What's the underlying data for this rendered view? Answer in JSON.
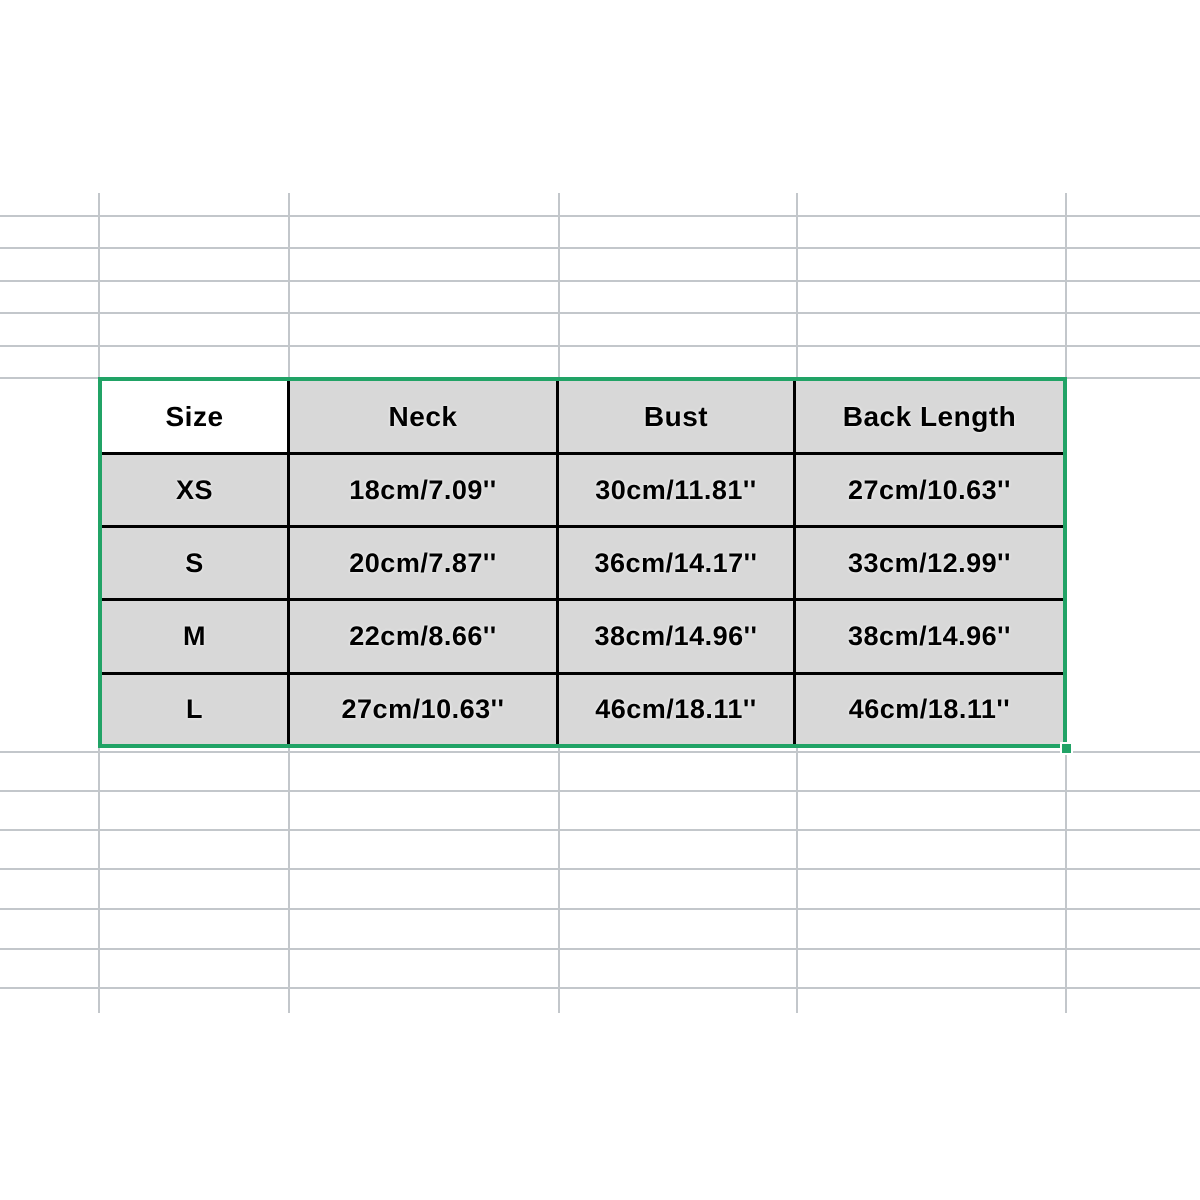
{
  "size_chart": {
    "headers": [
      "Size",
      "Neck",
      "Bust",
      "Back Length"
    ],
    "rows": [
      {
        "cells": [
          "XS",
          "18cm/7.09''",
          "30cm/11.81''",
          "27cm/10.63''"
        ]
      },
      {
        "cells": [
          "S",
          "20cm/7.87''",
          "36cm/14.17''",
          "33cm/12.99''"
        ]
      },
      {
        "cells": [
          "M",
          "22cm/8.66''",
          "38cm/14.96''",
          "38cm/14.96''"
        ]
      },
      {
        "cells": [
          "L",
          "27cm/10.63''",
          "46cm/18.11''",
          "46cm/18.11''"
        ]
      }
    ],
    "selection": {
      "active_cell": "Size",
      "colors": {
        "selection_border": "#21a366",
        "cell_fill": "#d8d8d8",
        "active_cell_fill": "#ffffff",
        "inner_border": "#000000",
        "gridline": "#c3c7cb"
      }
    }
  }
}
